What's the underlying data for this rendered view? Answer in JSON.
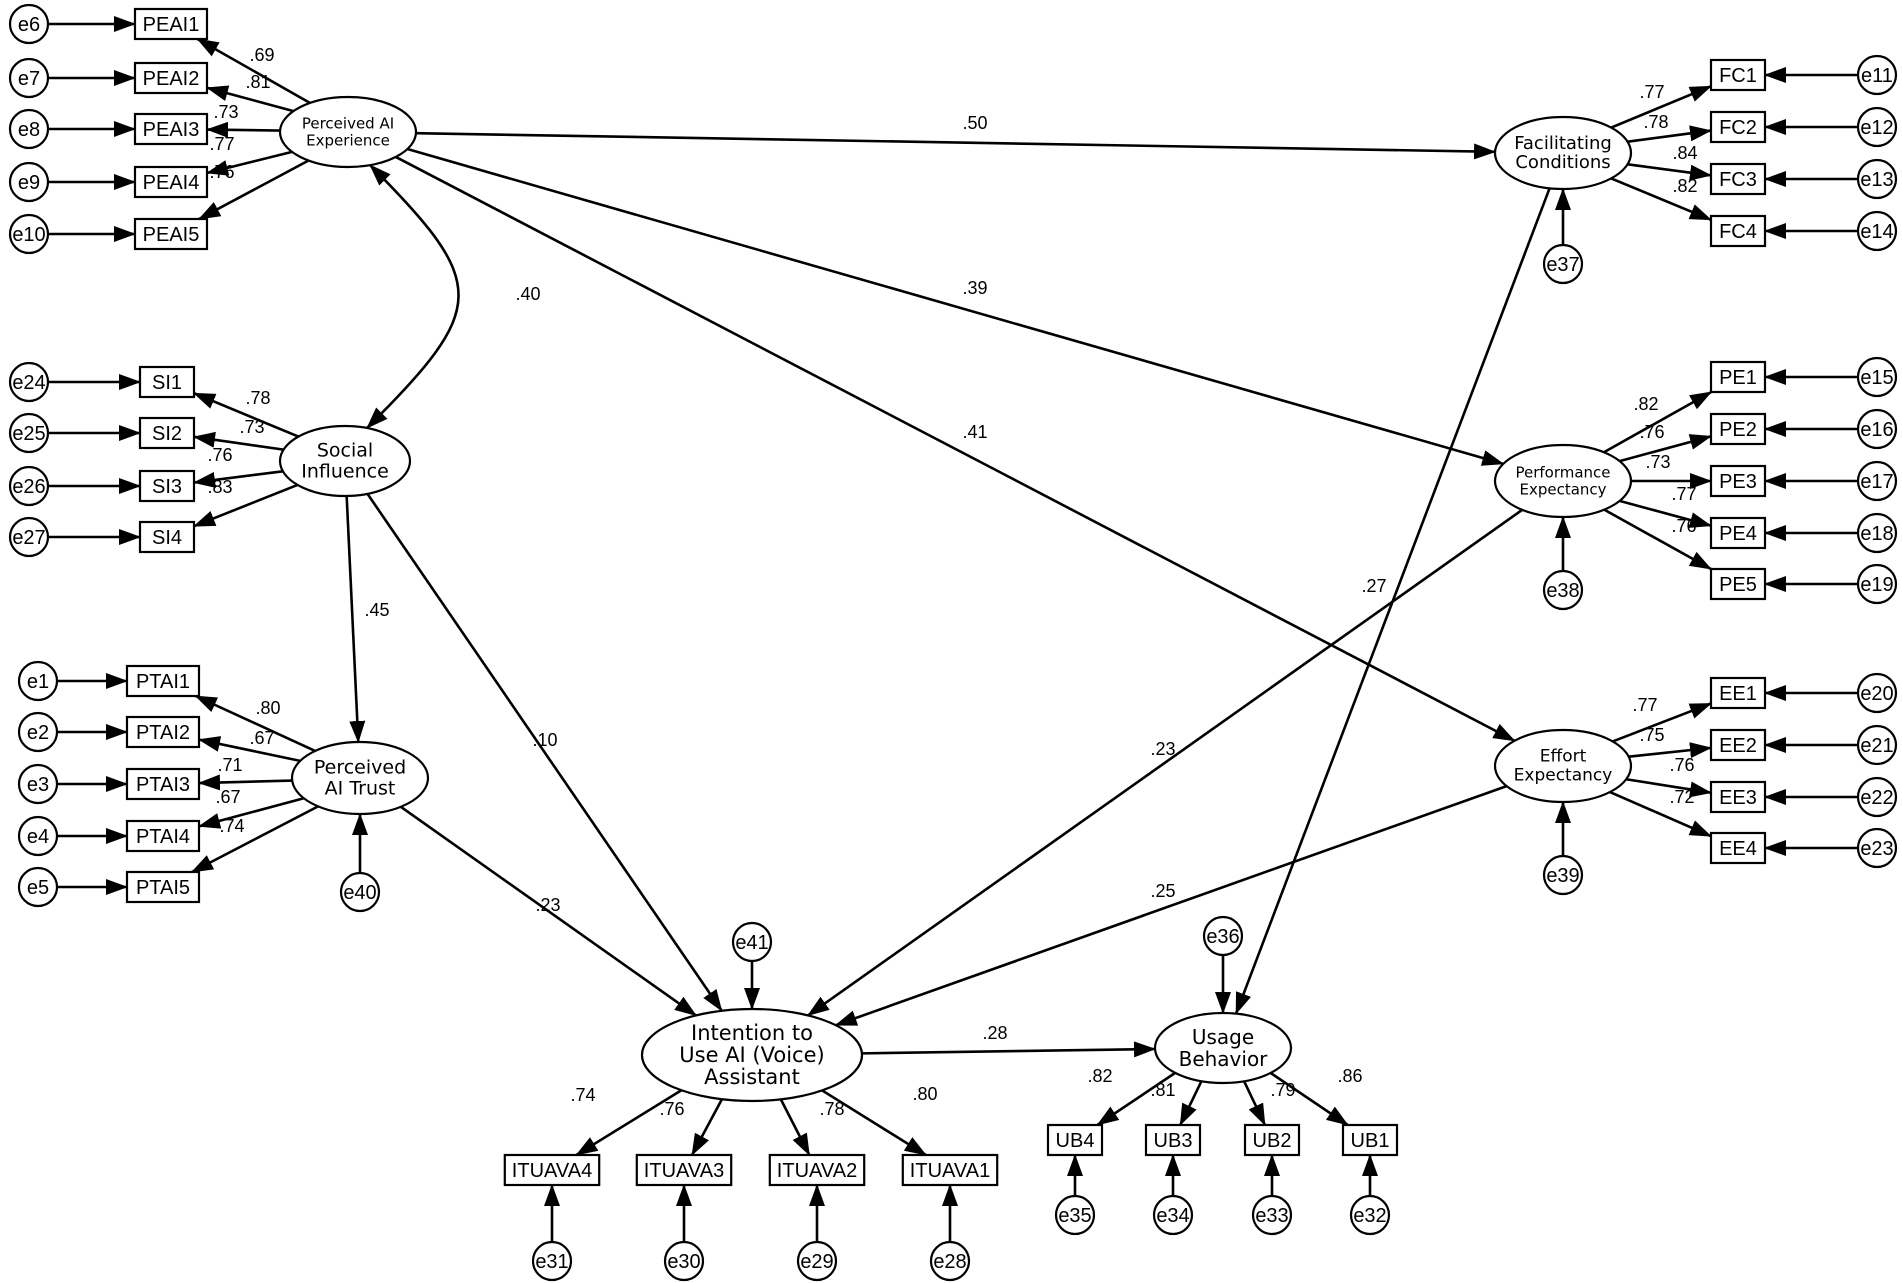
{
  "latents": [
    {
      "id": "PEAI",
      "lines": [
        "Perceived AI",
        "Experience"
      ]
    },
    {
      "id": "SI",
      "lines": [
        "Social",
        "Influence"
      ]
    },
    {
      "id": "PTAI",
      "lines": [
        "Perceived",
        "AI Trust"
      ]
    },
    {
      "id": "ITU",
      "lines": [
        "Intention to",
        "Use AI (Voice)",
        "Assistant"
      ]
    },
    {
      "id": "UB",
      "lines": [
        "Usage",
        "Behavior"
      ]
    },
    {
      "id": "FC",
      "lines": [
        "Facilitating",
        "Conditions"
      ]
    },
    {
      "id": "PE",
      "lines": [
        "Performance",
        "Expectancy"
      ]
    },
    {
      "id": "EE",
      "lines": [
        "Effort",
        "Expectancy"
      ]
    }
  ],
  "indicators": {
    "PEAI": [
      {
        "item": "PEAI1",
        "error": "e6",
        "loading": ".69"
      },
      {
        "item": "PEAI2",
        "error": "e7",
        "loading": ".81"
      },
      {
        "item": "PEAI3",
        "error": "e8",
        "loading": ".73"
      },
      {
        "item": "PEAI4",
        "error": "e9",
        "loading": ".77"
      },
      {
        "item": "PEAI5",
        "error": "e10",
        "loading": ".76"
      }
    ],
    "SI": [
      {
        "item": "SI1",
        "error": "e24",
        "loading": ".78"
      },
      {
        "item": "SI2",
        "error": "e25",
        "loading": ".73"
      },
      {
        "item": "SI3",
        "error": "e26",
        "loading": ".76"
      },
      {
        "item": "SI4",
        "error": "e27",
        "loading": ".83"
      }
    ],
    "PTAI": [
      {
        "item": "PTAI1",
        "error": "e1",
        "loading": ".80"
      },
      {
        "item": "PTAI2",
        "error": "e2",
        "loading": ".67"
      },
      {
        "item": "PTAI3",
        "error": "e3",
        "loading": ".71"
      },
      {
        "item": "PTAI4",
        "error": "e4",
        "loading": ".67"
      },
      {
        "item": "PTAI5",
        "error": "e5",
        "loading": ".74"
      }
    ],
    "FC": [
      {
        "item": "FC1",
        "error": "e11",
        "loading": ".77"
      },
      {
        "item": "FC2",
        "error": "e12",
        "loading": ".78"
      },
      {
        "item": "FC3",
        "error": "e13",
        "loading": ".84"
      },
      {
        "item": "FC4",
        "error": "e14",
        "loading": ".82"
      }
    ],
    "PE": [
      {
        "item": "PE1",
        "error": "e15",
        "loading": ".82"
      },
      {
        "item": "PE2",
        "error": "e16",
        "loading": ".76"
      },
      {
        "item": "PE3",
        "error": "e17",
        "loading": ".73"
      },
      {
        "item": "PE4",
        "error": "e18",
        "loading": ".77"
      },
      {
        "item": "PE5",
        "error": "e19",
        "loading": ".76"
      }
    ],
    "EE": [
      {
        "item": "EE1",
        "error": "e20",
        "loading": ".77"
      },
      {
        "item": "EE2",
        "error": "e21",
        "loading": ".75"
      },
      {
        "item": "EE3",
        "error": "e22",
        "loading": ".76"
      },
      {
        "item": "EE4",
        "error": "e23",
        "loading": ".72"
      }
    ],
    "ITU": [
      {
        "item": "ITUAVA4",
        "error": "e31",
        "loading": ".74"
      },
      {
        "item": "ITUAVA3",
        "error": "e30",
        "loading": ".76"
      },
      {
        "item": "ITUAVA2",
        "error": "e29",
        "loading": ".78"
      },
      {
        "item": "ITUAVA1",
        "error": "e28",
        "loading": ".80"
      }
    ],
    "UB": [
      {
        "item": "UB4",
        "error": "e35",
        "loading": ".82"
      },
      {
        "item": "UB3",
        "error": "e34",
        "loading": ".81"
      },
      {
        "item": "UB2",
        "error": "e33",
        "loading": ".79"
      },
      {
        "item": "UB1",
        "error": "e32",
        "loading": ".86"
      }
    ]
  },
  "disturbances": [
    {
      "latent": "FC",
      "error": "e37"
    },
    {
      "latent": "PE",
      "error": "e38"
    },
    {
      "latent": "EE",
      "error": "e39"
    },
    {
      "latent": "PTAI",
      "error": "e40"
    },
    {
      "latent": "ITU",
      "error": "e41"
    },
    {
      "latent": "UB",
      "error": "e36"
    }
  ],
  "paths": [
    {
      "from": "PEAI",
      "to": "FC",
      "weight": ".50"
    },
    {
      "from": "PEAI",
      "to": "PE",
      "weight": ".39"
    },
    {
      "from": "PEAI",
      "to": "EE",
      "weight": ".41"
    },
    {
      "from": "PEAI",
      "to": "SI",
      "weight": ".40"
    },
    {
      "from": "SI",
      "to": "PTAI",
      "weight": ".45"
    },
    {
      "from": "SI",
      "to": "ITU",
      "weight": ".10"
    },
    {
      "from": "PTAI",
      "to": "ITU",
      "weight": ".23"
    },
    {
      "from": "PE",
      "to": "ITU",
      "weight": ".23"
    },
    {
      "from": "EE",
      "to": "ITU",
      "weight": ".25"
    },
    {
      "from": "FC",
      "to": "UB",
      "weight": ".27"
    },
    {
      "from": "ITU",
      "to": "UB",
      "weight": ".28"
    }
  ]
}
